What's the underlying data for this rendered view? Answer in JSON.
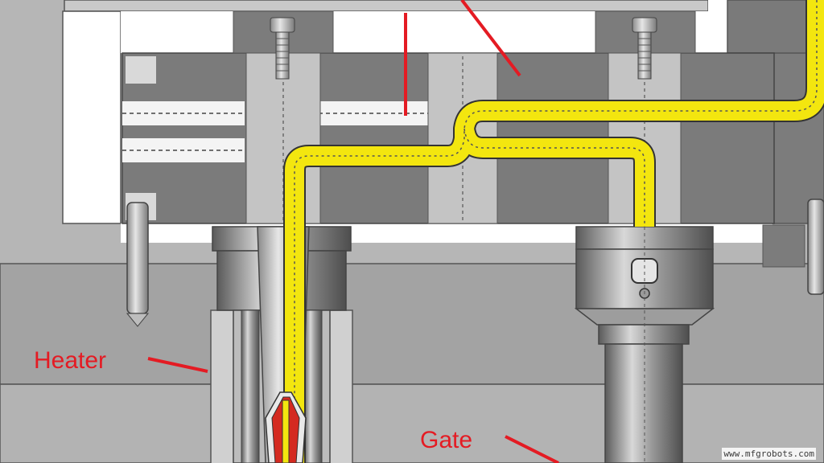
{
  "labels": {
    "heater": "Heater",
    "gate": "Gate"
  },
  "watermark": "www.mfgrobots.com",
  "colors": {
    "plate_dark": "#6f6f6f",
    "plate_mid": "#9a9a9a",
    "plate_light": "#c8c8c8",
    "plate_pale": "#dadada",
    "melt_channel": "#f3e60f",
    "leader_lines": "#e41b23",
    "nozzle_tip": "#d42a20"
  }
}
